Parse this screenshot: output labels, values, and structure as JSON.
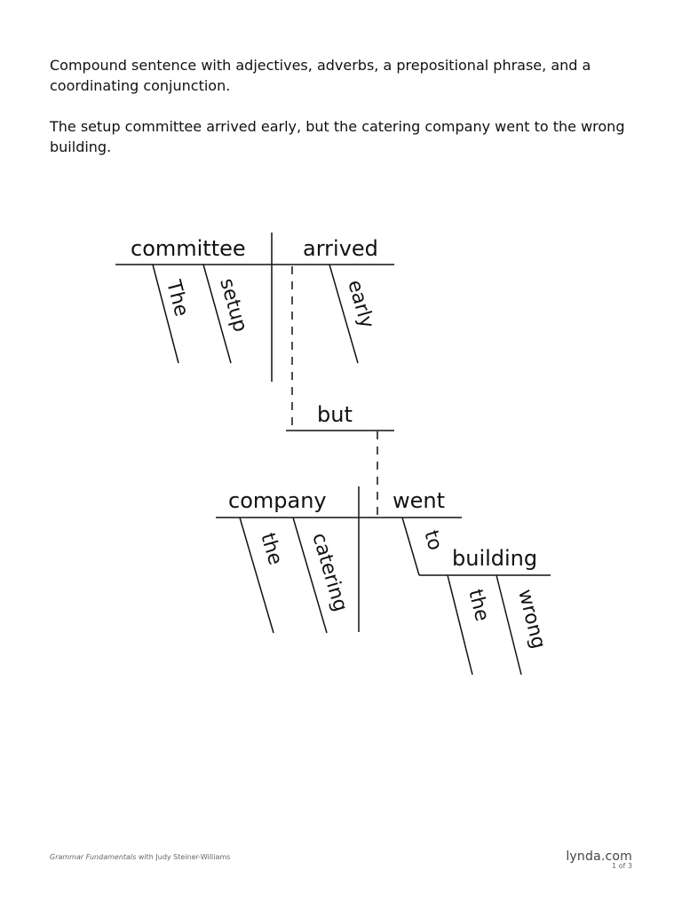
{
  "description": "Compound sentence with adjectives, adverbs, a prepositional phrase, and a coordinating conjunction.",
  "sentence": "The setup committee arrived early, but the catering company went to the wrong building.",
  "diagram": {
    "clause1": {
      "subject": "committee",
      "verb": "arrived",
      "subject_modifiers": [
        "The",
        "setup"
      ],
      "verb_modifiers": [
        "early"
      ]
    },
    "conjunction": "but",
    "clause2": {
      "subject": "company",
      "verb": "went",
      "subject_modifiers": [
        "the",
        "catering"
      ],
      "preposition": "to",
      "prep_object": "building",
      "object_modifiers": [
        "the",
        "wrong"
      ]
    }
  },
  "footer": {
    "course": "Grammar Fundamentals",
    "author": " with Judy Steiner-Williams",
    "brand": "lynda.com",
    "page": "1 of 3"
  }
}
